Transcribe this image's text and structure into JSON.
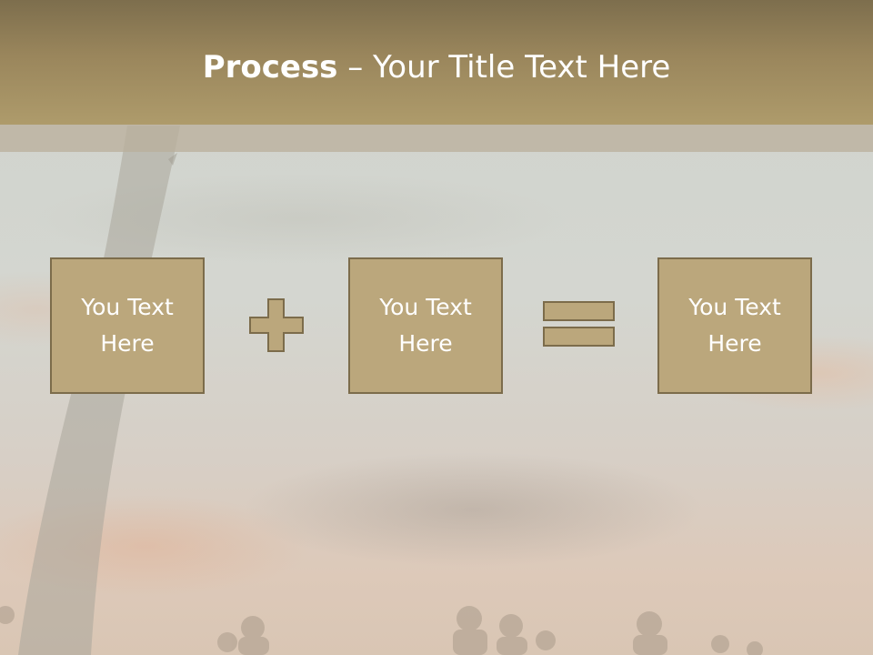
{
  "slide": {
    "title_bold": "Process",
    "title_rest": " – Your Title Text Here"
  },
  "process": {
    "boxes": [
      {
        "label": "You Text Here"
      },
      {
        "label": "You Text Here"
      },
      {
        "label": "You Text Here"
      }
    ],
    "operators": [
      "plus-icon",
      "equals-icon"
    ]
  },
  "colors": {
    "header": "#9a865c",
    "box_fill": "#bba77c",
    "box_border": "#7c6c4b",
    "text": "#ffffff"
  }
}
